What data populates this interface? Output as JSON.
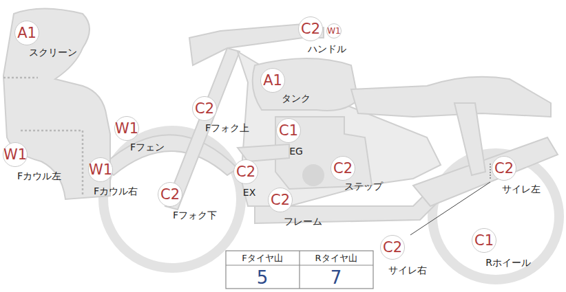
{
  "diagram": {
    "labels": [
      "A1",
      "スクリーン",
      "C2",
      "W1",
      "ハンドル",
      "A1",
      "タンク",
      "C2",
      "Fフォク上",
      "W1",
      "Fフェン",
      "C1",
      "EG",
      "W1",
      "Fカウル左",
      "W1",
      "Fカウル右",
      "C2",
      "EX",
      "C2",
      "ステップ",
      "C2",
      "サイレ左",
      "C2",
      "Fフォク下",
      "C2",
      "フレーム",
      "C2",
      "サイレ右",
      "C1",
      "Rホイール",
      "Fタイヤ山",
      "Rタイヤ山",
      "5",
      "7"
    ]
  }
}
